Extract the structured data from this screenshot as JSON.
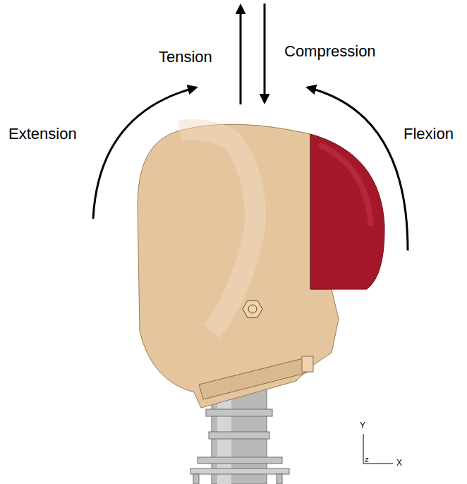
{
  "diagram": {
    "labels": [
      "Tension",
      "Compression",
      "Extension",
      "Flexion",
      "Y",
      "X",
      "Z"
    ]
  }
}
